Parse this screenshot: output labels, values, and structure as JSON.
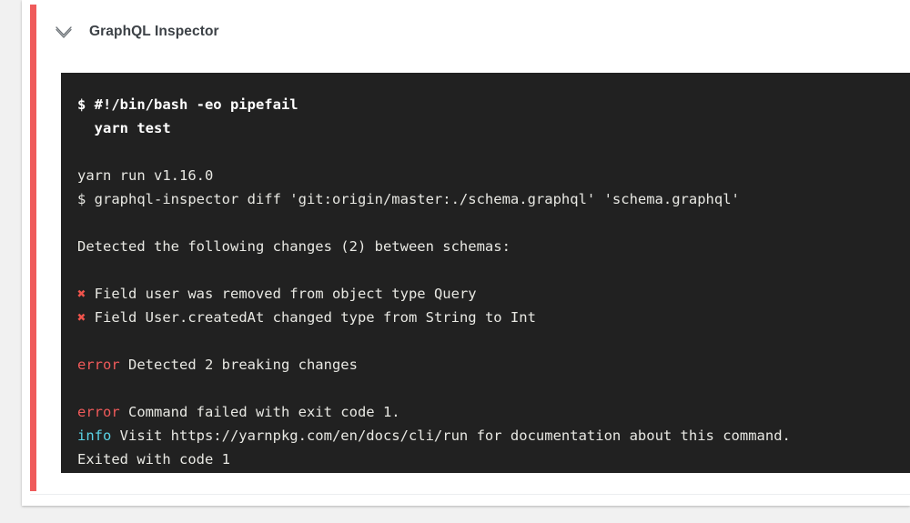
{
  "card": {
    "status_color": "#ef5b5b",
    "header": {
      "toggle_icon": "chevron-down-icon",
      "title": "GraphQL Inspector"
    }
  },
  "terminal": {
    "background": "#212121",
    "text_color": "#e8e8e3",
    "error_color": "#f05a5a",
    "info_color": "#5ad3e6",
    "cross_glyph": "✖",
    "lines": [
      {
        "id": "l1",
        "kind": "bold",
        "text": "$ #!/bin/bash -eo pipefail"
      },
      {
        "id": "l2",
        "kind": "bold",
        "text": "  yarn test"
      },
      {
        "id": "l3",
        "kind": "blank",
        "text": ""
      },
      {
        "id": "l4",
        "kind": "plain",
        "text": "yarn run v1.16.0"
      },
      {
        "id": "l5",
        "kind": "plain",
        "text": "$ graphql-inspector diff 'git:origin/master:./schema.graphql' 'schema.graphql'"
      },
      {
        "id": "l6",
        "kind": "blank",
        "text": ""
      },
      {
        "id": "l7",
        "kind": "plain",
        "text": "Detected the following changes (2) between schemas:"
      },
      {
        "id": "l8",
        "kind": "blank",
        "text": ""
      },
      {
        "id": "l9",
        "kind": "cross",
        "label": "✖",
        "text": " Field user was removed from object type Query"
      },
      {
        "id": "l10",
        "kind": "cross",
        "label": "✖",
        "text": " Field User.createdAt changed type from String to Int"
      },
      {
        "id": "l11",
        "kind": "blank",
        "text": ""
      },
      {
        "id": "l12",
        "kind": "error",
        "label": "error",
        "text": " Detected 2 breaking changes"
      },
      {
        "id": "l13",
        "kind": "blank",
        "text": ""
      },
      {
        "id": "l14",
        "kind": "error",
        "label": "error",
        "text": " Command failed with exit code 1."
      },
      {
        "id": "l15",
        "kind": "info",
        "label": "info",
        "text": " Visit https://yarnpkg.com/en/docs/cli/run for documentation about this command."
      },
      {
        "id": "l16",
        "kind": "plain",
        "text": "Exited with code 1"
      }
    ]
  }
}
